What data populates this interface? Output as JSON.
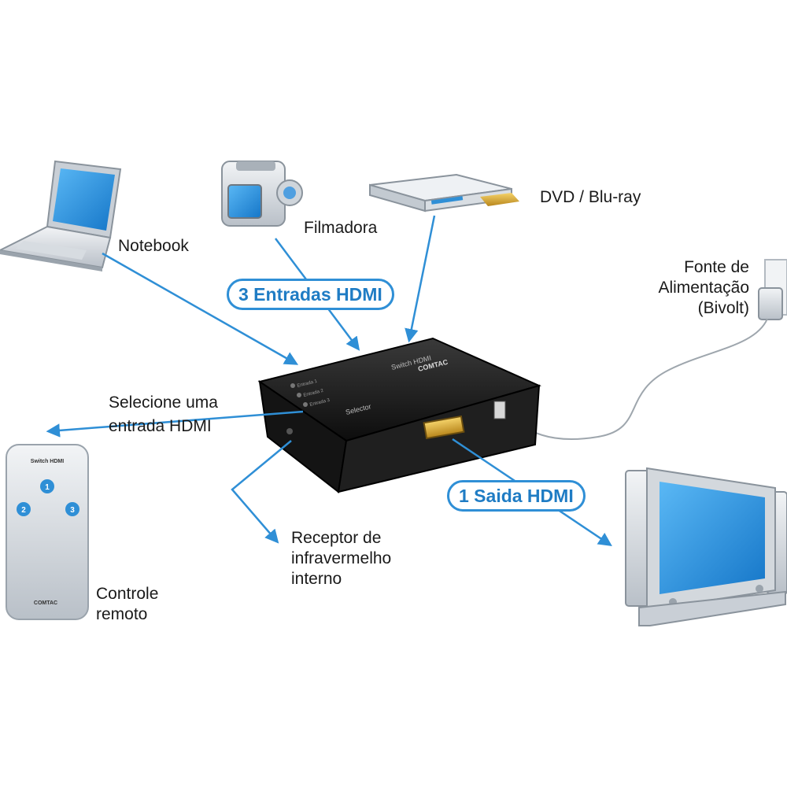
{
  "labels": {
    "notebook": "Notebook",
    "filmadora": "Filmadora",
    "dvd": "DVD / Blu-ray",
    "fonte": [
      "Fonte de",
      "Alimentação",
      "(Bivolt)"
    ],
    "selecione": [
      "Selecione uma",
      "entrada HDMI"
    ],
    "receptor": [
      "Receptor de",
      "infravermelho",
      "interno"
    ],
    "controle": [
      "Controle",
      "remoto"
    ]
  },
  "callouts": {
    "inputs": "3 Entradas HDMI",
    "output": "1 Saida HDMI"
  },
  "device": {
    "name": "Switch HDMI",
    "brand": "COMTAC",
    "selector": "Selector",
    "inputs": [
      "Entrada 1",
      "Entrada 2",
      "Entrada 3"
    ]
  },
  "remote": {
    "title": "Switch HDMI",
    "buttons": [
      "1",
      "2",
      "3"
    ],
    "brand": "COMTAC"
  },
  "colors": {
    "arrow": "#2f8fd6",
    "device_body": "#1b1b1b",
    "screen_blue": "#1f8fe0"
  }
}
